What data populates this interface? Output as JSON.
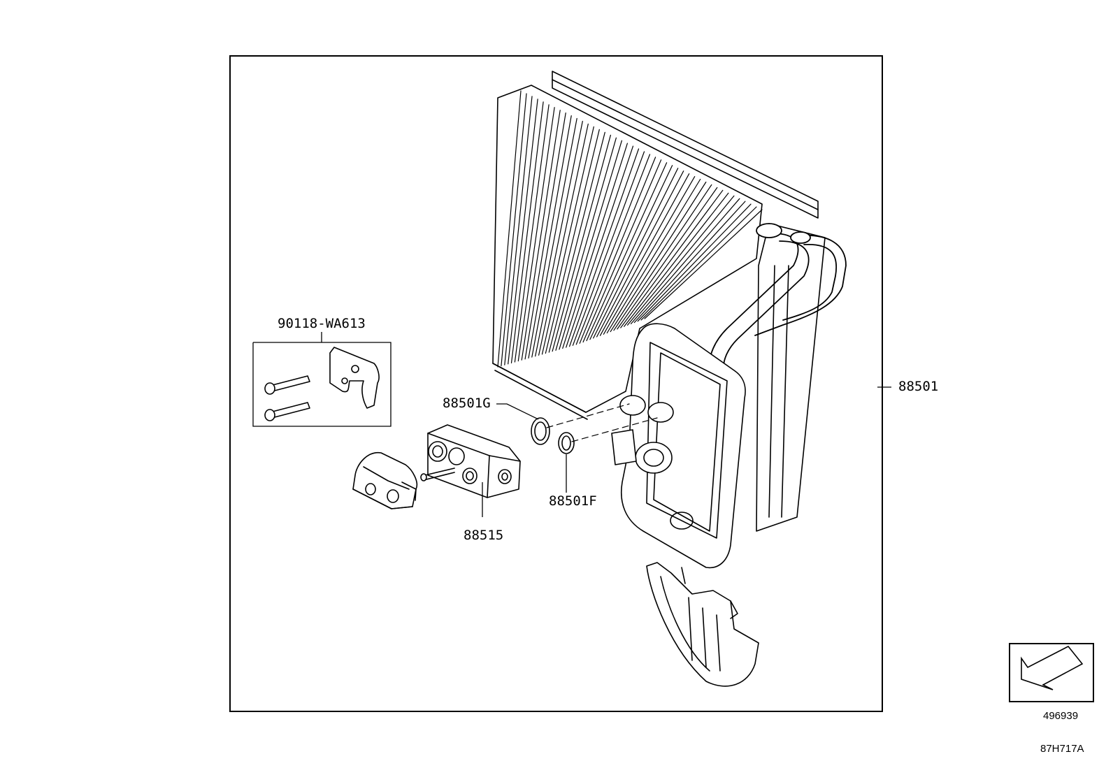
{
  "parts": {
    "bolt_kit": "90118-WA613",
    "evaporator": "88501",
    "oring_g": "88501G",
    "oring_f": "88501F",
    "expansion_valve": "88515"
  },
  "reference": {
    "view_number": "496939",
    "diagram_code": "87H717A"
  }
}
